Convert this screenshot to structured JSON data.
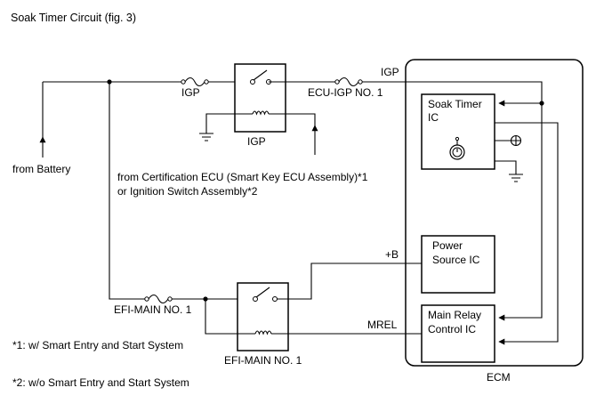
{
  "title": "Soak Timer Circuit (fig. 3)",
  "labels": {
    "igp_fuse": "IGP",
    "ecu_igp_fuse": "ECU-IGP NO. 1",
    "igp_line": "IGP",
    "igp_relay": "IGP",
    "from_battery": "from Battery",
    "from_cert_line1": "from Certification ECU (Smart Key ECU Assembly)*1",
    "from_cert_line2": "or Ignition Switch Assembly*2",
    "plus_b": "+B",
    "mrel": "MREL",
    "efi_main_fuse": "EFI-MAIN NO. 1",
    "efi_main_relay": "EFI-MAIN NO. 1",
    "ecm": "ECM"
  },
  "blocks": {
    "soak_timer": [
      "Soak Timer",
      "IC"
    ],
    "power_source": [
      "Power",
      "Source IC"
    ],
    "main_relay_control": [
      "Main Relay",
      "Control IC"
    ]
  },
  "notes": {
    "note1": "*1: w/ Smart Entry and Start System",
    "note2": "*2: w/o Smart Entry and Start System"
  }
}
